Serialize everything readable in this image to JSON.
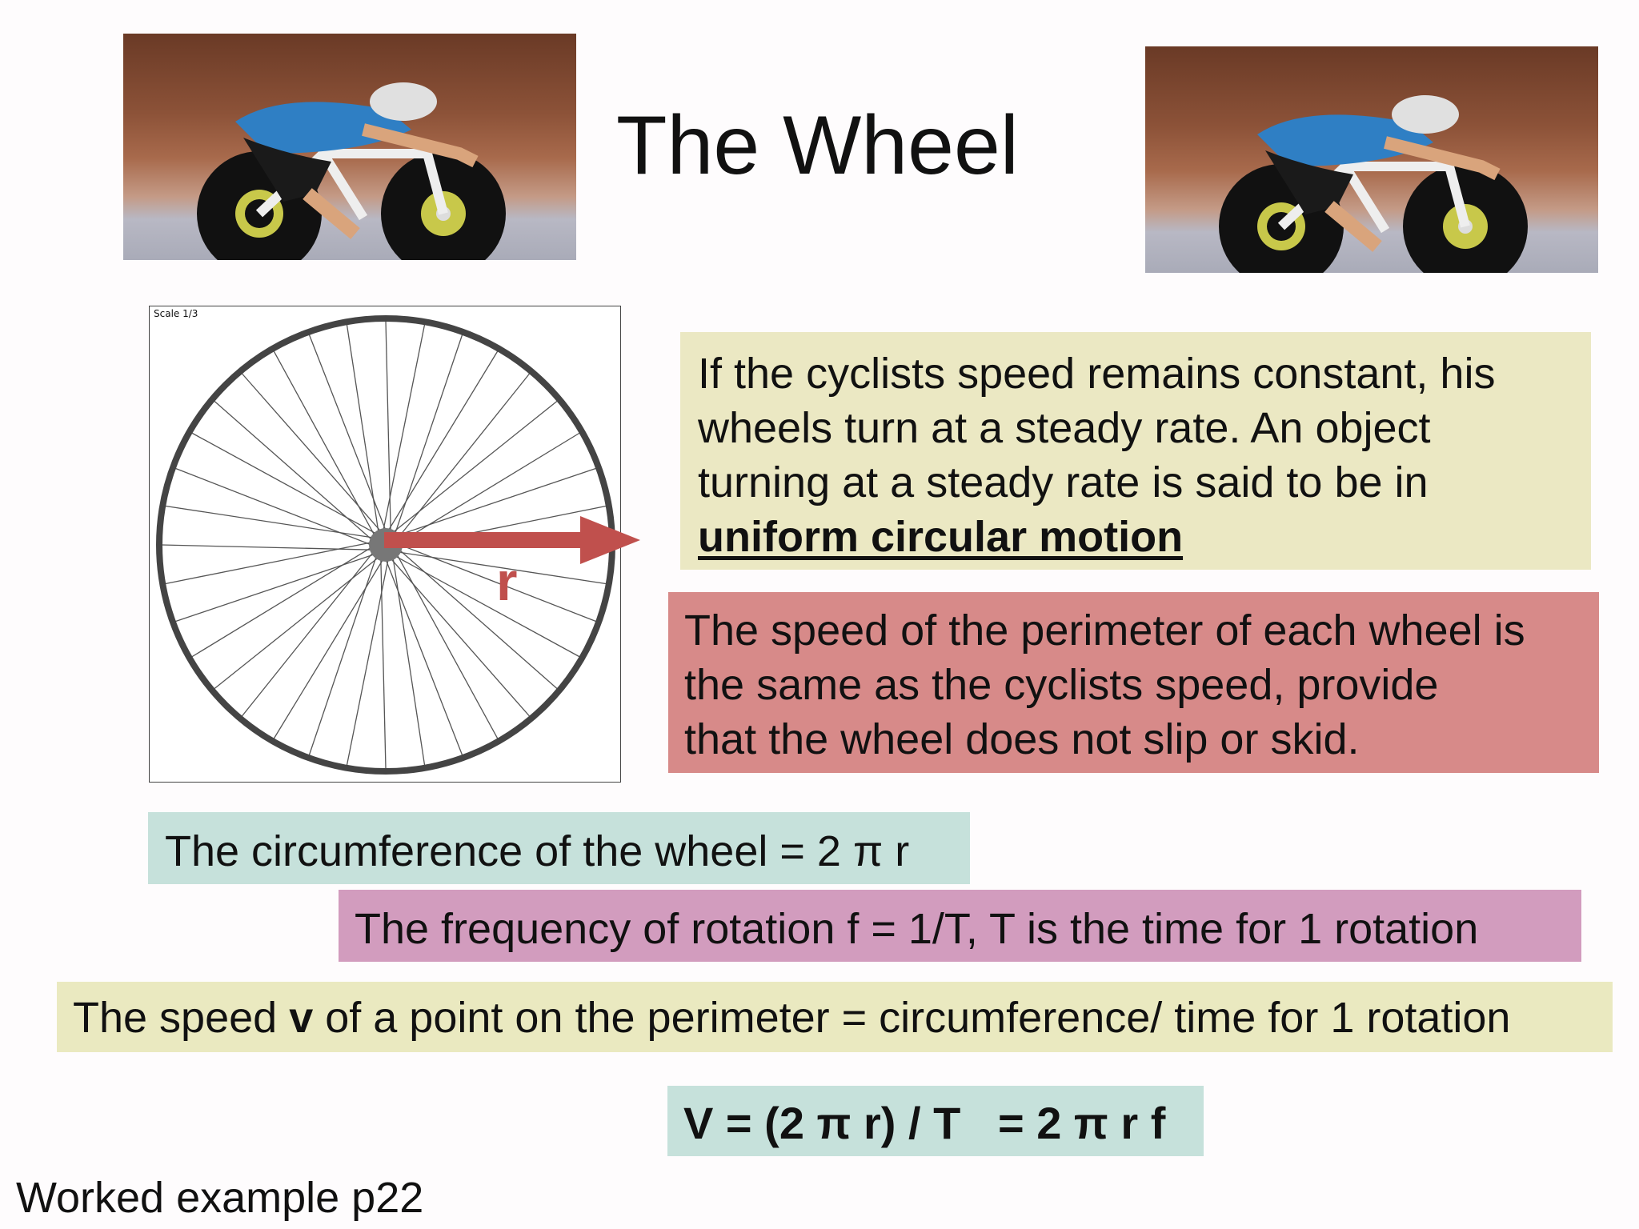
{
  "slide": {
    "title": "The Wheel",
    "diagram_scale_label": "Scale 1/3",
    "radius_label": "r",
    "box_uniform": {
      "line1": "If the cyclists speed remains constant, his",
      "line2": "wheels turn at a steady rate. An object",
      "line3": "turning at a steady rate is said to be in",
      "emphasis": "uniform circular motion"
    },
    "box_perimeter": {
      "line1": "The speed of the perimeter of each wheel is",
      "line2": "the  same as the cyclists speed, provide",
      "line3": "that the wheel does not slip or skid."
    },
    "circumference": "The circumference of the wheel = 2 π r",
    "frequency": "The frequency of rotation  f = 1/T, T is the time for 1 rotation",
    "speed_line": {
      "pre": "The speed ",
      "bold": "v",
      "post": " of a point on the perimeter = circumference/ time for 1 rotation"
    },
    "formula": "V = (2 π r) / T   = 2 π r f",
    "footer": "Worked example p22"
  },
  "colors": {
    "box_yellow": "#ebe8c3",
    "box_red": "#d78a89",
    "box_teal": "#c6e1db",
    "box_purple": "#d29cbe",
    "arrow": "#c0504d",
    "jersey": "#2f7fc4"
  },
  "icons": [
    "cyclist-photo",
    "bicycle-wheel-diagram",
    "radius-arrow"
  ]
}
